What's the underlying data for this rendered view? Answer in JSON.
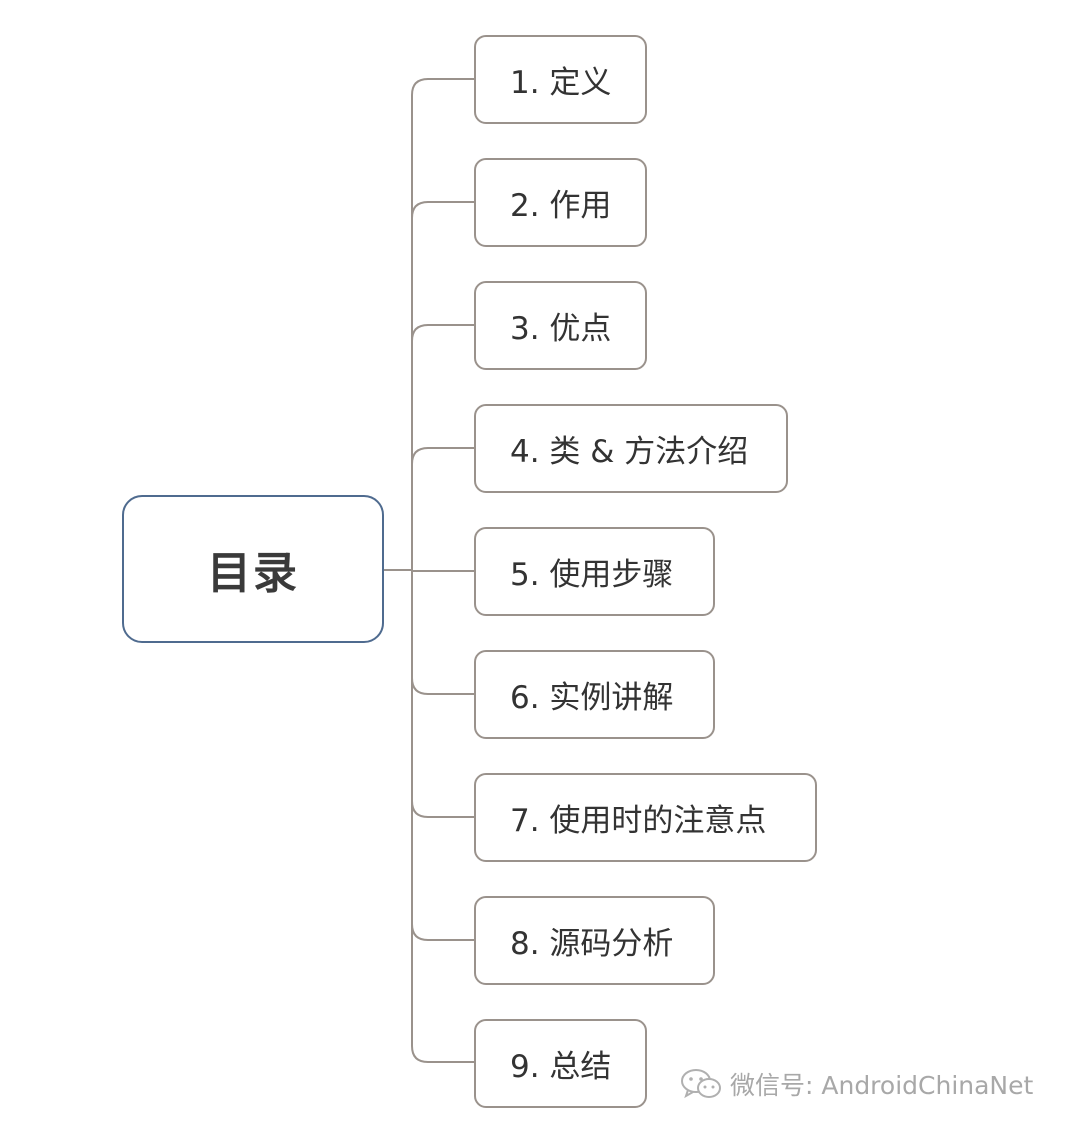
{
  "root": {
    "label": "目录"
  },
  "items": [
    {
      "label": "1. 定义"
    },
    {
      "label": "2. 作用"
    },
    {
      "label": "3. 优点"
    },
    {
      "label": "4. 类 & 方法介绍"
    },
    {
      "label": "5. 使用步骤"
    },
    {
      "label": "6. 实例讲解"
    },
    {
      "label": "7. 使用时的注意点"
    },
    {
      "label": "8. 源码分析"
    },
    {
      "label": "9. 总结"
    }
  ],
  "watermark": {
    "text": "微信号: AndroidChinaNet",
    "icon": "wechat-icon"
  },
  "colors": {
    "root_border": "#4f6b8f",
    "node_border": "#9a928c",
    "connector": "#9a928c"
  }
}
